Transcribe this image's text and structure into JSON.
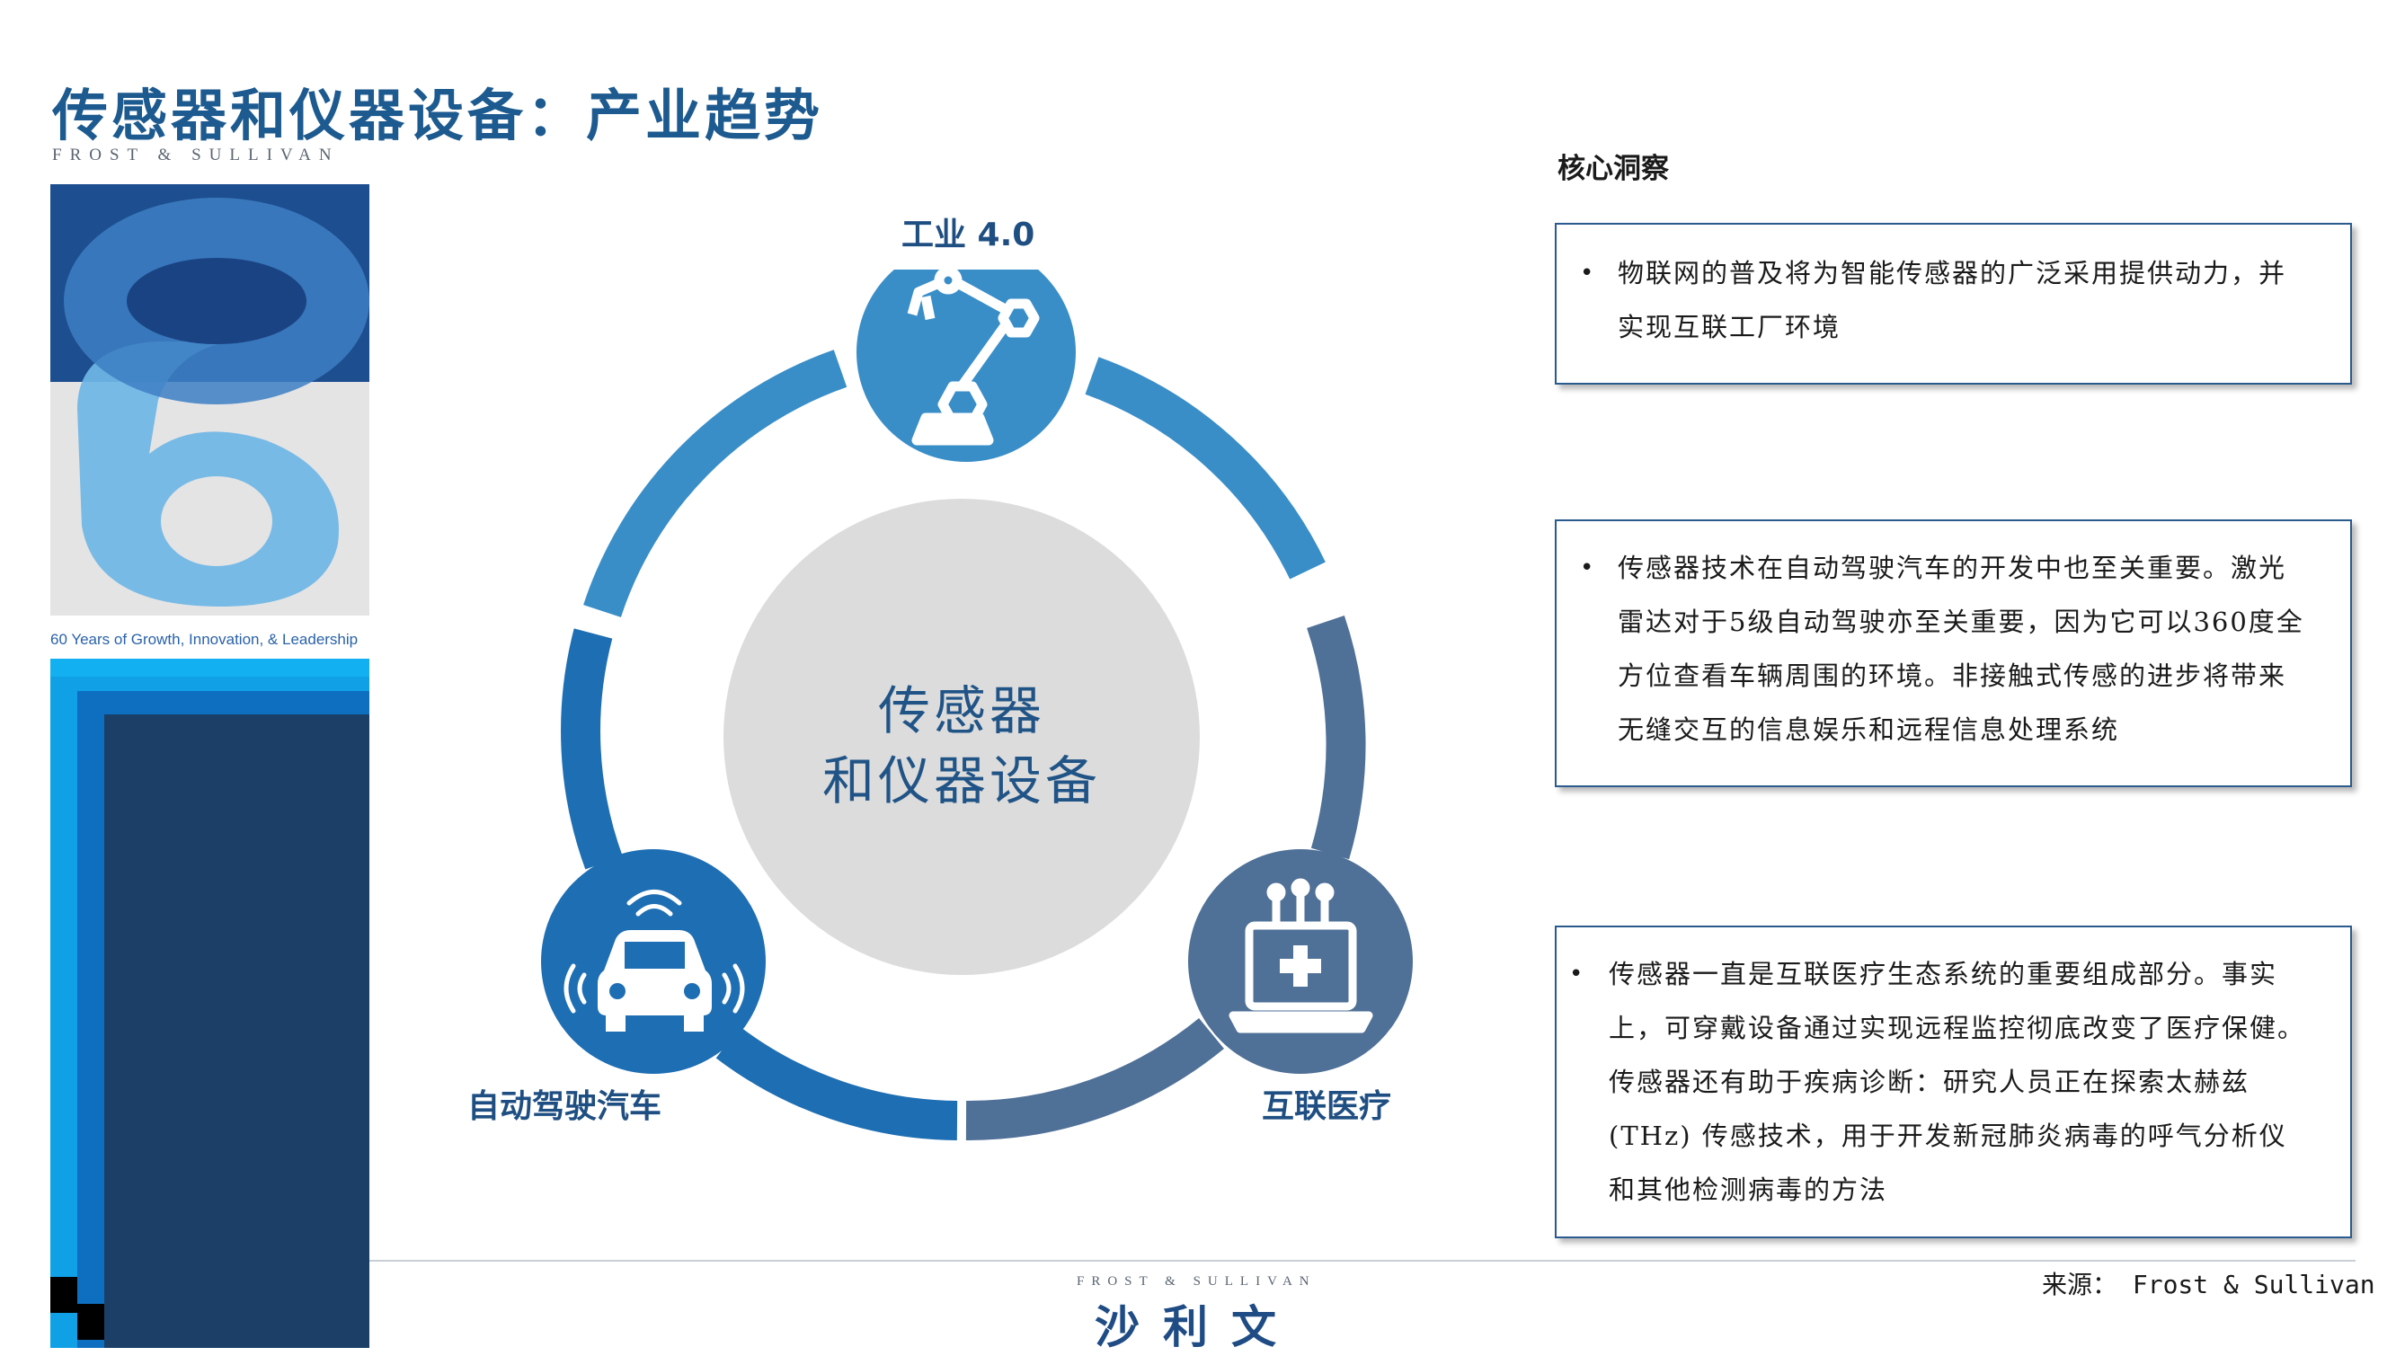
{
  "page": {
    "title": "传感器和仪器设备：产业趋势",
    "brand_wordmark": "FROST & SULLIVAN",
    "banner_number": "60",
    "years_tagline": "60 Years of Growth, Innovation, & Leadership"
  },
  "diagram": {
    "center_line1": "传感器",
    "center_line2": "和仪器设备",
    "sectors": [
      {
        "label": "工业 4.0",
        "icon": "robot-arm-icon",
        "color": "#3a8ec8"
      },
      {
        "label": "自动驾驶汽车",
        "icon": "connected-car-icon",
        "color": "#1e6eb3"
      },
      {
        "label": "互联医疗",
        "icon": "medical-monitor-icon",
        "color": "#4f7097"
      }
    ]
  },
  "insights": {
    "title": "核心洞察",
    "items": [
      {
        "bullet": "•",
        "lines": [
          "物联网的普及将为智能传感器的广泛采用提供动力，并",
          "实现互联工厂环境"
        ]
      },
      {
        "bullet": "•",
        "lines": [
          "传感器技术在自动驾驶汽车的开发中也至关重要。激光",
          "雷达对于5级自动驾驶亦至关重要，因为它可以360度全",
          "方位查看车辆周围的环境。非接触式传感的进步将带来",
          "无缝交互的信息娱乐和远程信息处理系统"
        ]
      },
      {
        "bullet": "•",
        "lines": [
          "传感器一直是互联医疗生态系统的重要组成部分。事实",
          "上，可穿戴设备通过实现远程监控彻底改变了医疗保健。",
          "传感器还有助于疾病诊断：研究人员正在探索太赫兹",
          "(THz) 传感技术，用于开发新冠肺炎病毒的呼气分析仪",
          "和其他检测病毒的方法"
        ]
      }
    ]
  },
  "footer": {
    "wordmark": "FROST & SULLIVAN",
    "logo_text": "沙利文",
    "source": "来源： Frost & Sullivan"
  },
  "colors": {
    "title": "#1c5a8f",
    "ring_light": "#3a8ec8",
    "ring_mid": "#1e6eb3",
    "ring_slate": "#4f7097",
    "center_fill": "#dcdcdc",
    "banner_dark": "#1b3f67"
  }
}
